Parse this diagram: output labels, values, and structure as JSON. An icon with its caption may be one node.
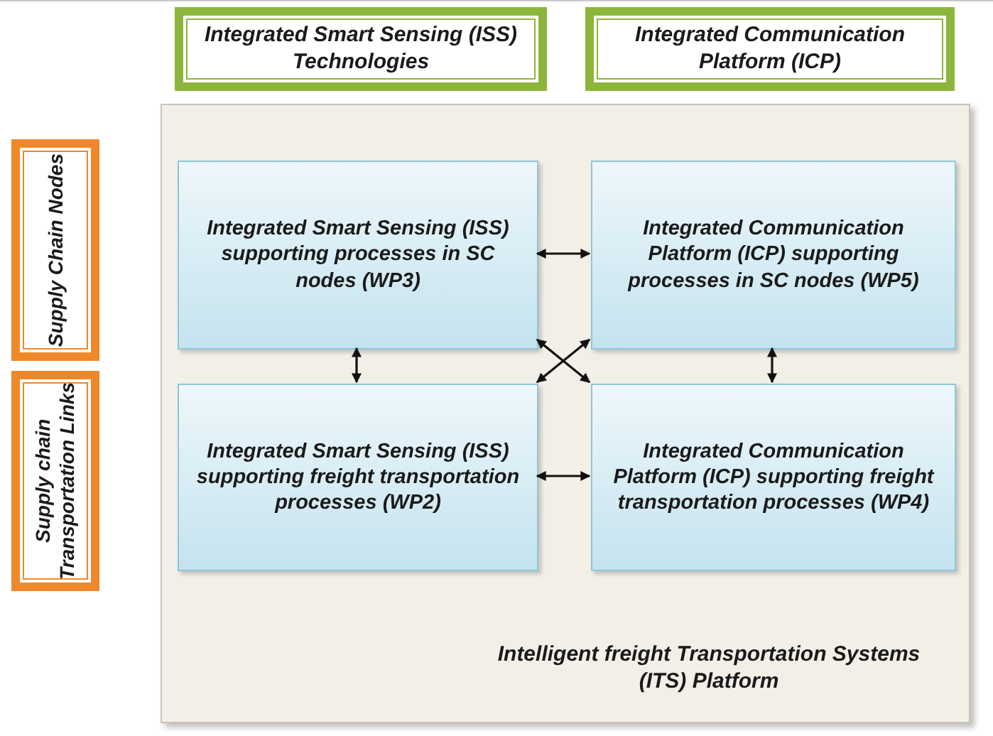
{
  "diagram": {
    "nodes": [
      {
        "text": [
          "Integrated Smart Sensing (ISS) Technologies"
        ]
      },
      {
        "text": [
          "Integrated Communication Platform (ICP)"
        ]
      },
      {
        "text": [
          "Supply Chain Nodes"
        ]
      },
      {
        "text": [
          "Supply chain Transportation Links"
        ]
      },
      {
        "text": [
          "Intelligent freight Transportation Systems (ITS) Platform"
        ]
      },
      {
        "text": [
          "Integrated Smart Sensing (ISS) supporting processes in SC nodes (WP3)"
        ],
        "in": 4
      },
      {
        "text": [
          "Integrated Communication Platform (ICP) supporting processes in SC nodes (WP5)"
        ],
        "in": 4
      },
      {
        "text": [
          "Integrated Smart Sensing (ISS) supporting freight transportation processes (WP2)"
        ],
        "in": 4
      },
      {
        "text": [
          "Integrated Communication Platform (ICP) supporting freight transportation processes (WP4)"
        ],
        "in": 4
      }
    ],
    "edges": [
      {
        "from": 5,
        "to": 6,
        "arrow": "both"
      },
      {
        "from": 5,
        "to": 7,
        "arrow": "both"
      },
      {
        "from": 6,
        "to": 8,
        "arrow": "both"
      },
      {
        "from": 5,
        "to": 8,
        "arrow": "both"
      },
      {
        "from": 6,
        "to": 7,
        "arrow": "both"
      },
      {
        "from": 7,
        "to": 8,
        "arrow": "both"
      }
    ]
  }
}
